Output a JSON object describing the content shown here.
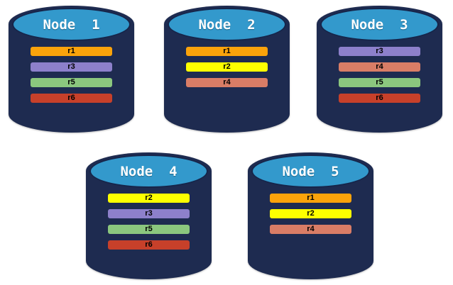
{
  "colors": {
    "background": "#FFFFFF",
    "cylinder_body": "#1E2B50",
    "cylinder_top": "#3399CC",
    "replicas": {
      "r1": "#FBA30B",
      "r2": "#FDFF00",
      "r3": "#8D80CB",
      "r4": "#D97D66",
      "r5": "#8BC77E",
      "r6": "#C7402A"
    }
  },
  "nodes": [
    {
      "title": "Node  1",
      "replicas": [
        "r1",
        "r3",
        "r5",
        "r6"
      ]
    },
    {
      "title": "Node  2",
      "replicas": [
        "r1",
        "r2",
        "r4"
      ]
    },
    {
      "title": "Node  3",
      "replicas": [
        "r3",
        "r4",
        "r5",
        "r6"
      ]
    },
    {
      "title": "Node  4",
      "replicas": [
        "r2",
        "r3",
        "r5",
        "r6"
      ]
    },
    {
      "title": "Node  5",
      "replicas": [
        "r1",
        "r2",
        "r4"
      ]
    }
  ]
}
